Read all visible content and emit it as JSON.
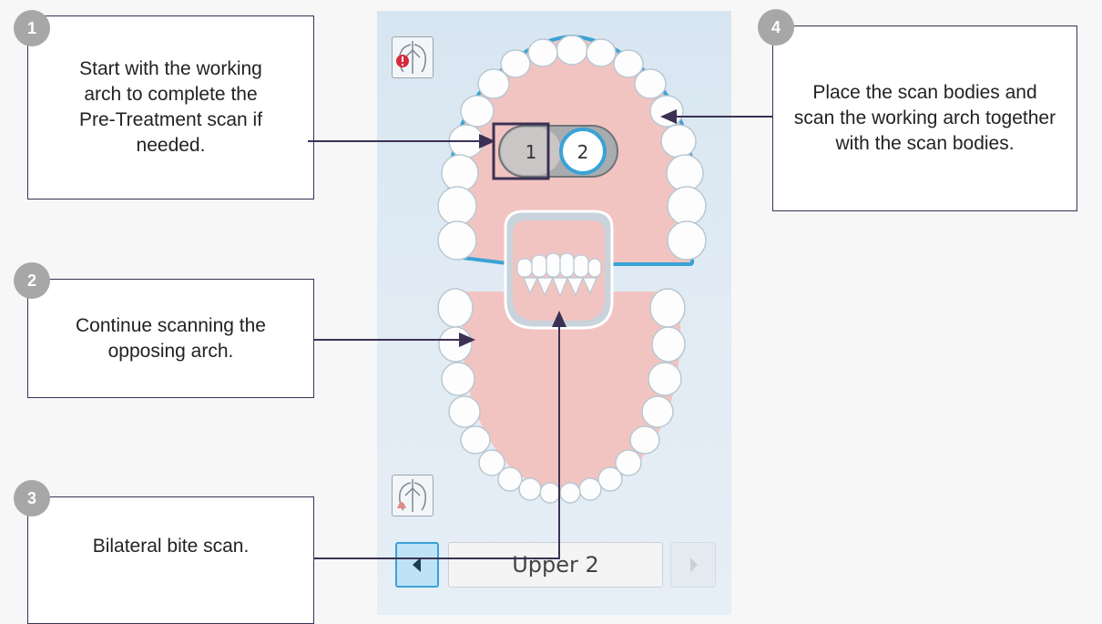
{
  "callouts": [
    {
      "number": "1",
      "text": "Start with the working arch to complete the Pre-Treatment scan if needed."
    },
    {
      "number": "2",
      "text": "Continue scanning the opposing arch."
    },
    {
      "number": "3",
      "text": "Bilateral bite scan."
    },
    {
      "number": "4",
      "text": "Place the scan bodies and scan the working arch together with the scan bodies."
    }
  ],
  "scan_toggle": {
    "step1": "1",
    "step2": "2"
  },
  "navigator": {
    "label": "Upper 2"
  },
  "colors": {
    "arch_outline": "#3aa2d6",
    "gum": "#f2c4c1",
    "panel": "#dce8f2",
    "callout_border": "#3b3154",
    "badge": "#a7a7a7",
    "alert": "#d62b3c"
  },
  "icons": {
    "upper_tool": "jaw-alert-icon",
    "lower_tool": "jaw-gum-icon",
    "prev": "chevron-left-icon",
    "next": "chevron-right-icon"
  }
}
